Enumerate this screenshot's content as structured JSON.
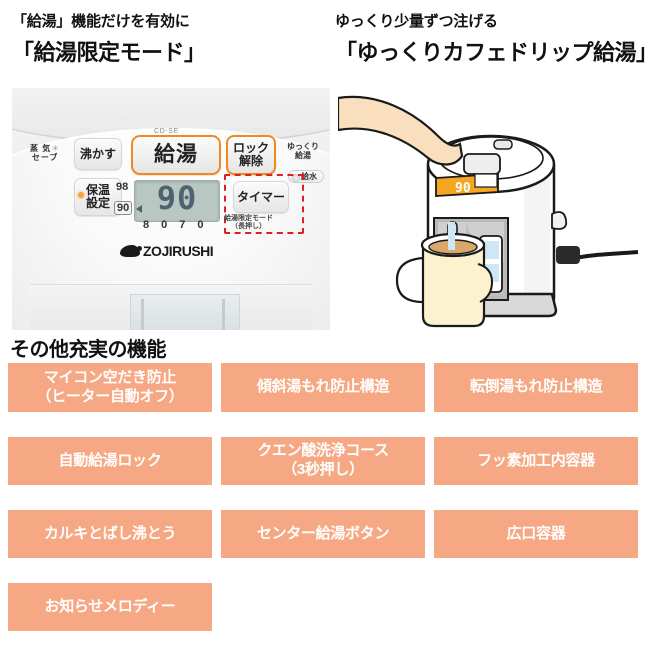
{
  "headings": {
    "left": {
      "sub": "「給湯」機能だけを有効に",
      "main": "「給湯限定モード」"
    },
    "right": {
      "sub": "ゆっくり少量ずつ注げる",
      "main": "「ゆっくりカフェドリップ給湯」"
    }
  },
  "control_panel": {
    "model": "CD-SE",
    "labels": {
      "steam_save": "蒸 気",
      "steam_save2": "セーブ",
      "steam_asterisk": "＊",
      "slow_pour": "ゆっくり",
      "slow_pour2": "給湯",
      "water_supply": "給水",
      "timer_sub1": "給湯限定モード",
      "timer_sub2": "（長押し）"
    },
    "buttons": {
      "boil": "沸かす",
      "dispense": "給湯",
      "lock_release_1": "ロック",
      "lock_release_2": "解除",
      "keep_warm_1": "保温",
      "keep_warm_2": "設定",
      "timer": "タイマー"
    },
    "lcd": {
      "main_value": "90",
      "temp_98": "98",
      "temp_90": "90",
      "temp_80": "80",
      "temp_70": "70"
    },
    "brand": "ZOJIRUSHI",
    "accent_color": "#f08a1e",
    "highlight_color": "#e02020"
  },
  "illustration": {
    "display_value": "90",
    "alt": "ゆっくりカフェドリップ給湯のイラスト"
  },
  "features": {
    "title": "その他充実の機能",
    "box_color": "#f5a883",
    "rows": [
      [
        {
          "line1": "マイコン空だき防止",
          "line2": "（ヒーター自動オフ）"
        },
        {
          "line1": "傾斜湯もれ防止構造",
          "line2": ""
        },
        {
          "line1": "転倒湯もれ防止構造",
          "line2": ""
        }
      ],
      [
        {
          "line1": "自動給湯ロック",
          "line2": ""
        },
        {
          "line1": "クエン酸洗浄コース",
          "line2": "（3秒押し）"
        },
        {
          "line1": "フッ素加工内容器",
          "line2": ""
        }
      ],
      [
        {
          "line1": "カルキとばし沸とう",
          "line2": ""
        },
        {
          "line1": "センター給湯ボタン",
          "line2": ""
        },
        {
          "line1": "広口容器",
          "line2": ""
        }
      ],
      [
        {
          "line1": "お知らせメロディー",
          "line2": ""
        },
        {
          "line1": "",
          "line2": ""
        },
        {
          "line1": "",
          "line2": ""
        }
      ]
    ]
  }
}
